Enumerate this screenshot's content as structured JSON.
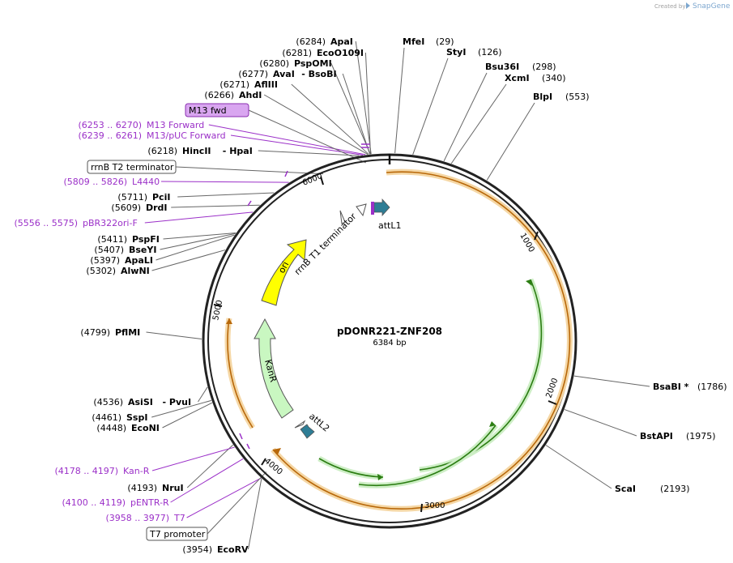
{
  "credit": {
    "created_by": "Created by",
    "brand": "SnapGene"
  },
  "plasmid": {
    "name": "pDONR221-ZNF208",
    "size": "6384 bp",
    "total_bp": 6384
  },
  "tick_labels": [
    "1000",
    "2000",
    "3000",
    "4000",
    "5000",
    "6000"
  ],
  "enzymes_left": [
    {
      "pos": "(6284)",
      "name": "ApaI"
    },
    {
      "pos": "(6281)",
      "name": "EcoO109I"
    },
    {
      "pos": "(6280)",
      "name": "PspOMI"
    },
    {
      "pos": "(6277)",
      "name": "AvaI",
      "extra": "- BsoBI"
    },
    {
      "pos": "(6271)",
      "name": "AflIII"
    },
    {
      "pos": "(6266)",
      "name": "AhdI"
    },
    {
      "pos": "(6218)",
      "name": "HincII",
      "extra": "- HpaI"
    },
    {
      "pos": "(5711)",
      "name": "PciI"
    },
    {
      "pos": "(5609)",
      "name": "DrdI"
    },
    {
      "pos": "(5411)",
      "name": "PspFI"
    },
    {
      "pos": "(5407)",
      "name": "BseYI"
    },
    {
      "pos": "(5397)",
      "name": "ApaLI"
    },
    {
      "pos": "(5302)",
      "name": "AlwNI"
    },
    {
      "pos": "(4799)",
      "name": "PflMI"
    },
    {
      "pos": "(4536)",
      "name": "AsiSI",
      "extra": "- PvuI"
    },
    {
      "pos": "(4461)",
      "name": "SspI"
    },
    {
      "pos": "(4448)",
      "name": "EcoNI"
    },
    {
      "pos": "(4193)",
      "name": "NruI"
    },
    {
      "pos": "(3954)",
      "name": "EcoRV"
    }
  ],
  "enzymes_right": [
    {
      "pos": "(29)",
      "name": "MfeI"
    },
    {
      "pos": "(126)",
      "name": "StyI"
    },
    {
      "pos": "(298)",
      "name": "Bsu36I"
    },
    {
      "pos": "(340)",
      "name": "XcmI"
    },
    {
      "pos": "(553)",
      "name": "BlpI"
    },
    {
      "pos": "(1786)",
      "name": "BsaBI *"
    },
    {
      "pos": "(1975)",
      "name": "BstAPI"
    },
    {
      "pos": "(2193)",
      "name": "ScaI"
    }
  ],
  "primers": [
    {
      "range": "(6253 .. 6270)",
      "name": "M13 Forward"
    },
    {
      "range": "(6239 .. 6261)",
      "name": "M13/pUC Forward"
    },
    {
      "range": "(5809 .. 5826)",
      "name": "L4440"
    },
    {
      "range": "(5556 .. 5575)",
      "name": "pBR322ori-F"
    },
    {
      "range": "(4178 .. 4197)",
      "name": "Kan-R"
    },
    {
      "range": "(4100 .. 4119)",
      "name": "pENTR-R"
    },
    {
      "range": "(3958 .. 3977)",
      "name": "T7"
    }
  ],
  "boxed_features": [
    "M13 fwd",
    "rrnB T2 terminator",
    "T7 promoter"
  ],
  "features": {
    "ori": "ori",
    "kanr": "KanR",
    "rrnb_t1": "rrnB T1 terminator",
    "attl1": "attL1",
    "attl2": "attL2"
  },
  "colors": {
    "primer": "#9b30c8",
    "m13_box": "#d9a6f0",
    "orf_fill": "#f5d7a5",
    "orf_line": "#b8680a",
    "gene_fill": "#cdeec5",
    "gene_line": "#2b7d12",
    "ori": "#ffff00",
    "kanr": "#c9f7c1",
    "att": "#2e7d95"
  }
}
